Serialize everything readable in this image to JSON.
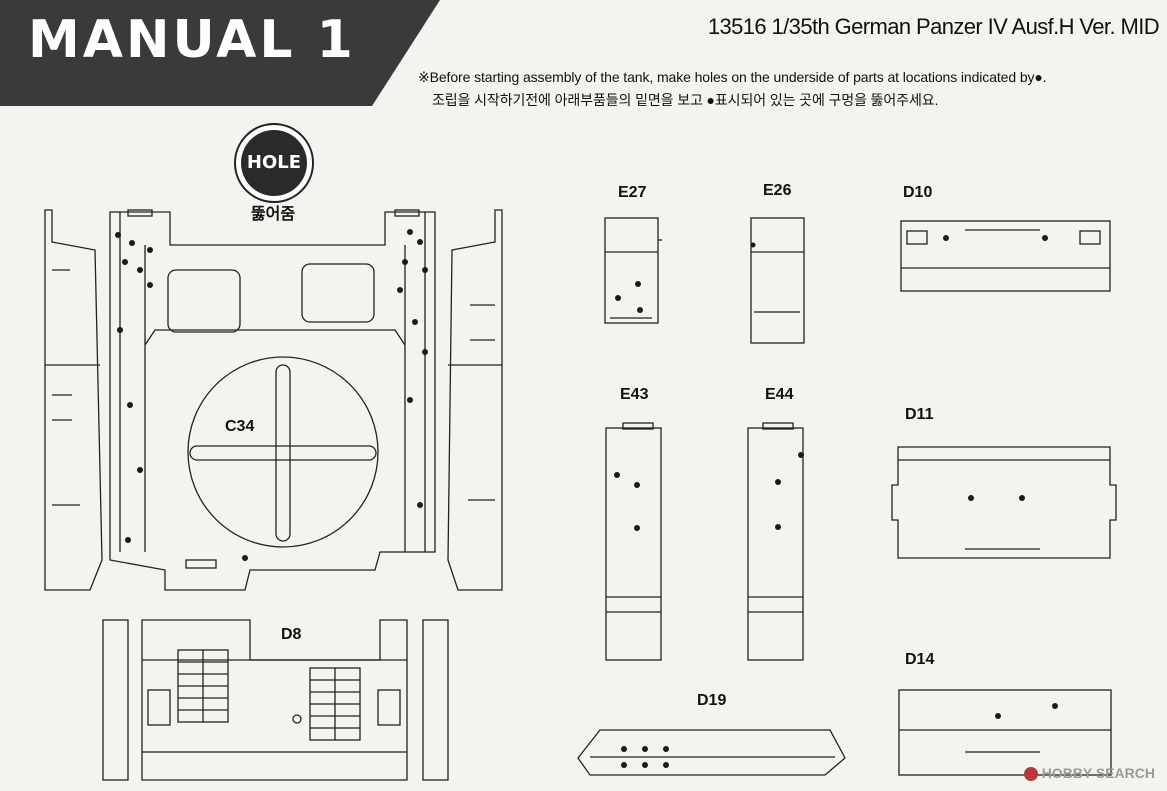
{
  "header": {
    "manual_title": "MANUAL 1",
    "kit_title": "13516 1/35th German Panzer IV Ausf.H Ver. MID",
    "note_en": "※Before starting assembly of the tank, make holes on the underside of parts at locations indicated by●.",
    "note_ko": "조립을 시작하기전에 아래부품들의 밑면을 보고 ●표시되어 있는 곳에 구멍을 뚫어주세요."
  },
  "legend": {
    "hole_label": "HOLE",
    "hole_label_ko": "뚫어줌"
  },
  "parts": {
    "c34": "C34",
    "d8": "D8",
    "e27": "E27",
    "e26": "E26",
    "d10": "D10",
    "e43": "E43",
    "e44": "E44",
    "d11": "D11",
    "d14": "D14",
    "d19": "D19"
  },
  "watermark": {
    "text": "HOBBY SEARCH"
  },
  "colors": {
    "banner": "#3a3a3a",
    "line": "#222222",
    "paper": "#f4f3ef",
    "dot": "#1a1a1a"
  }
}
